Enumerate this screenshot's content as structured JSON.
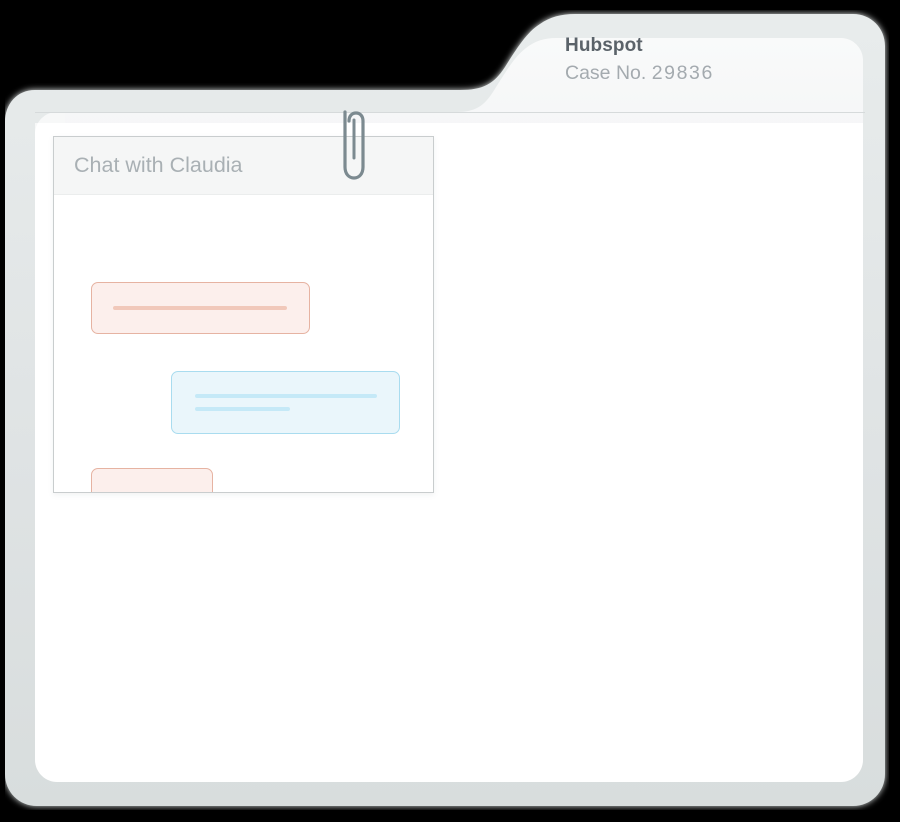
{
  "window": {
    "background_color": "#000000",
    "folder_rim_color": "#dfe3e4",
    "page_color": "#ffffff",
    "tab_color": "#f7f8f8"
  },
  "header": {
    "title": "Hubspot",
    "subtitle_label": "Case No.",
    "case_number": "29836",
    "title_color": "#5b636a",
    "subtitle_color": "#a4aaaf"
  },
  "attachment": {
    "icon": "paperclip-icon",
    "color": "#7c8a90"
  },
  "chat_panel": {
    "title": "Chat with Claudia",
    "title_color": "#a9b0b4",
    "header_background": "#f5f6f6",
    "border_color": "#c9cdce",
    "messages": [
      {
        "id": 1,
        "sender": "them",
        "align": "left",
        "placeholder_lines": 1,
        "fill_color": "#fcefec",
        "border_color": "#e6b3a2",
        "line_color": "#f1c8ba"
      },
      {
        "id": 2,
        "sender": "me",
        "align": "right",
        "placeholder_lines": 2,
        "fill_color": "#eaf6fb",
        "border_color": "#a9dcef",
        "line_color": "#c5e9f7"
      },
      {
        "id": 3,
        "sender": "them",
        "align": "left",
        "placeholder_lines": 1,
        "fill_color": "#fcefec",
        "border_color": "#e6b3a2",
        "line_color": "#f1c8ba"
      }
    ]
  }
}
